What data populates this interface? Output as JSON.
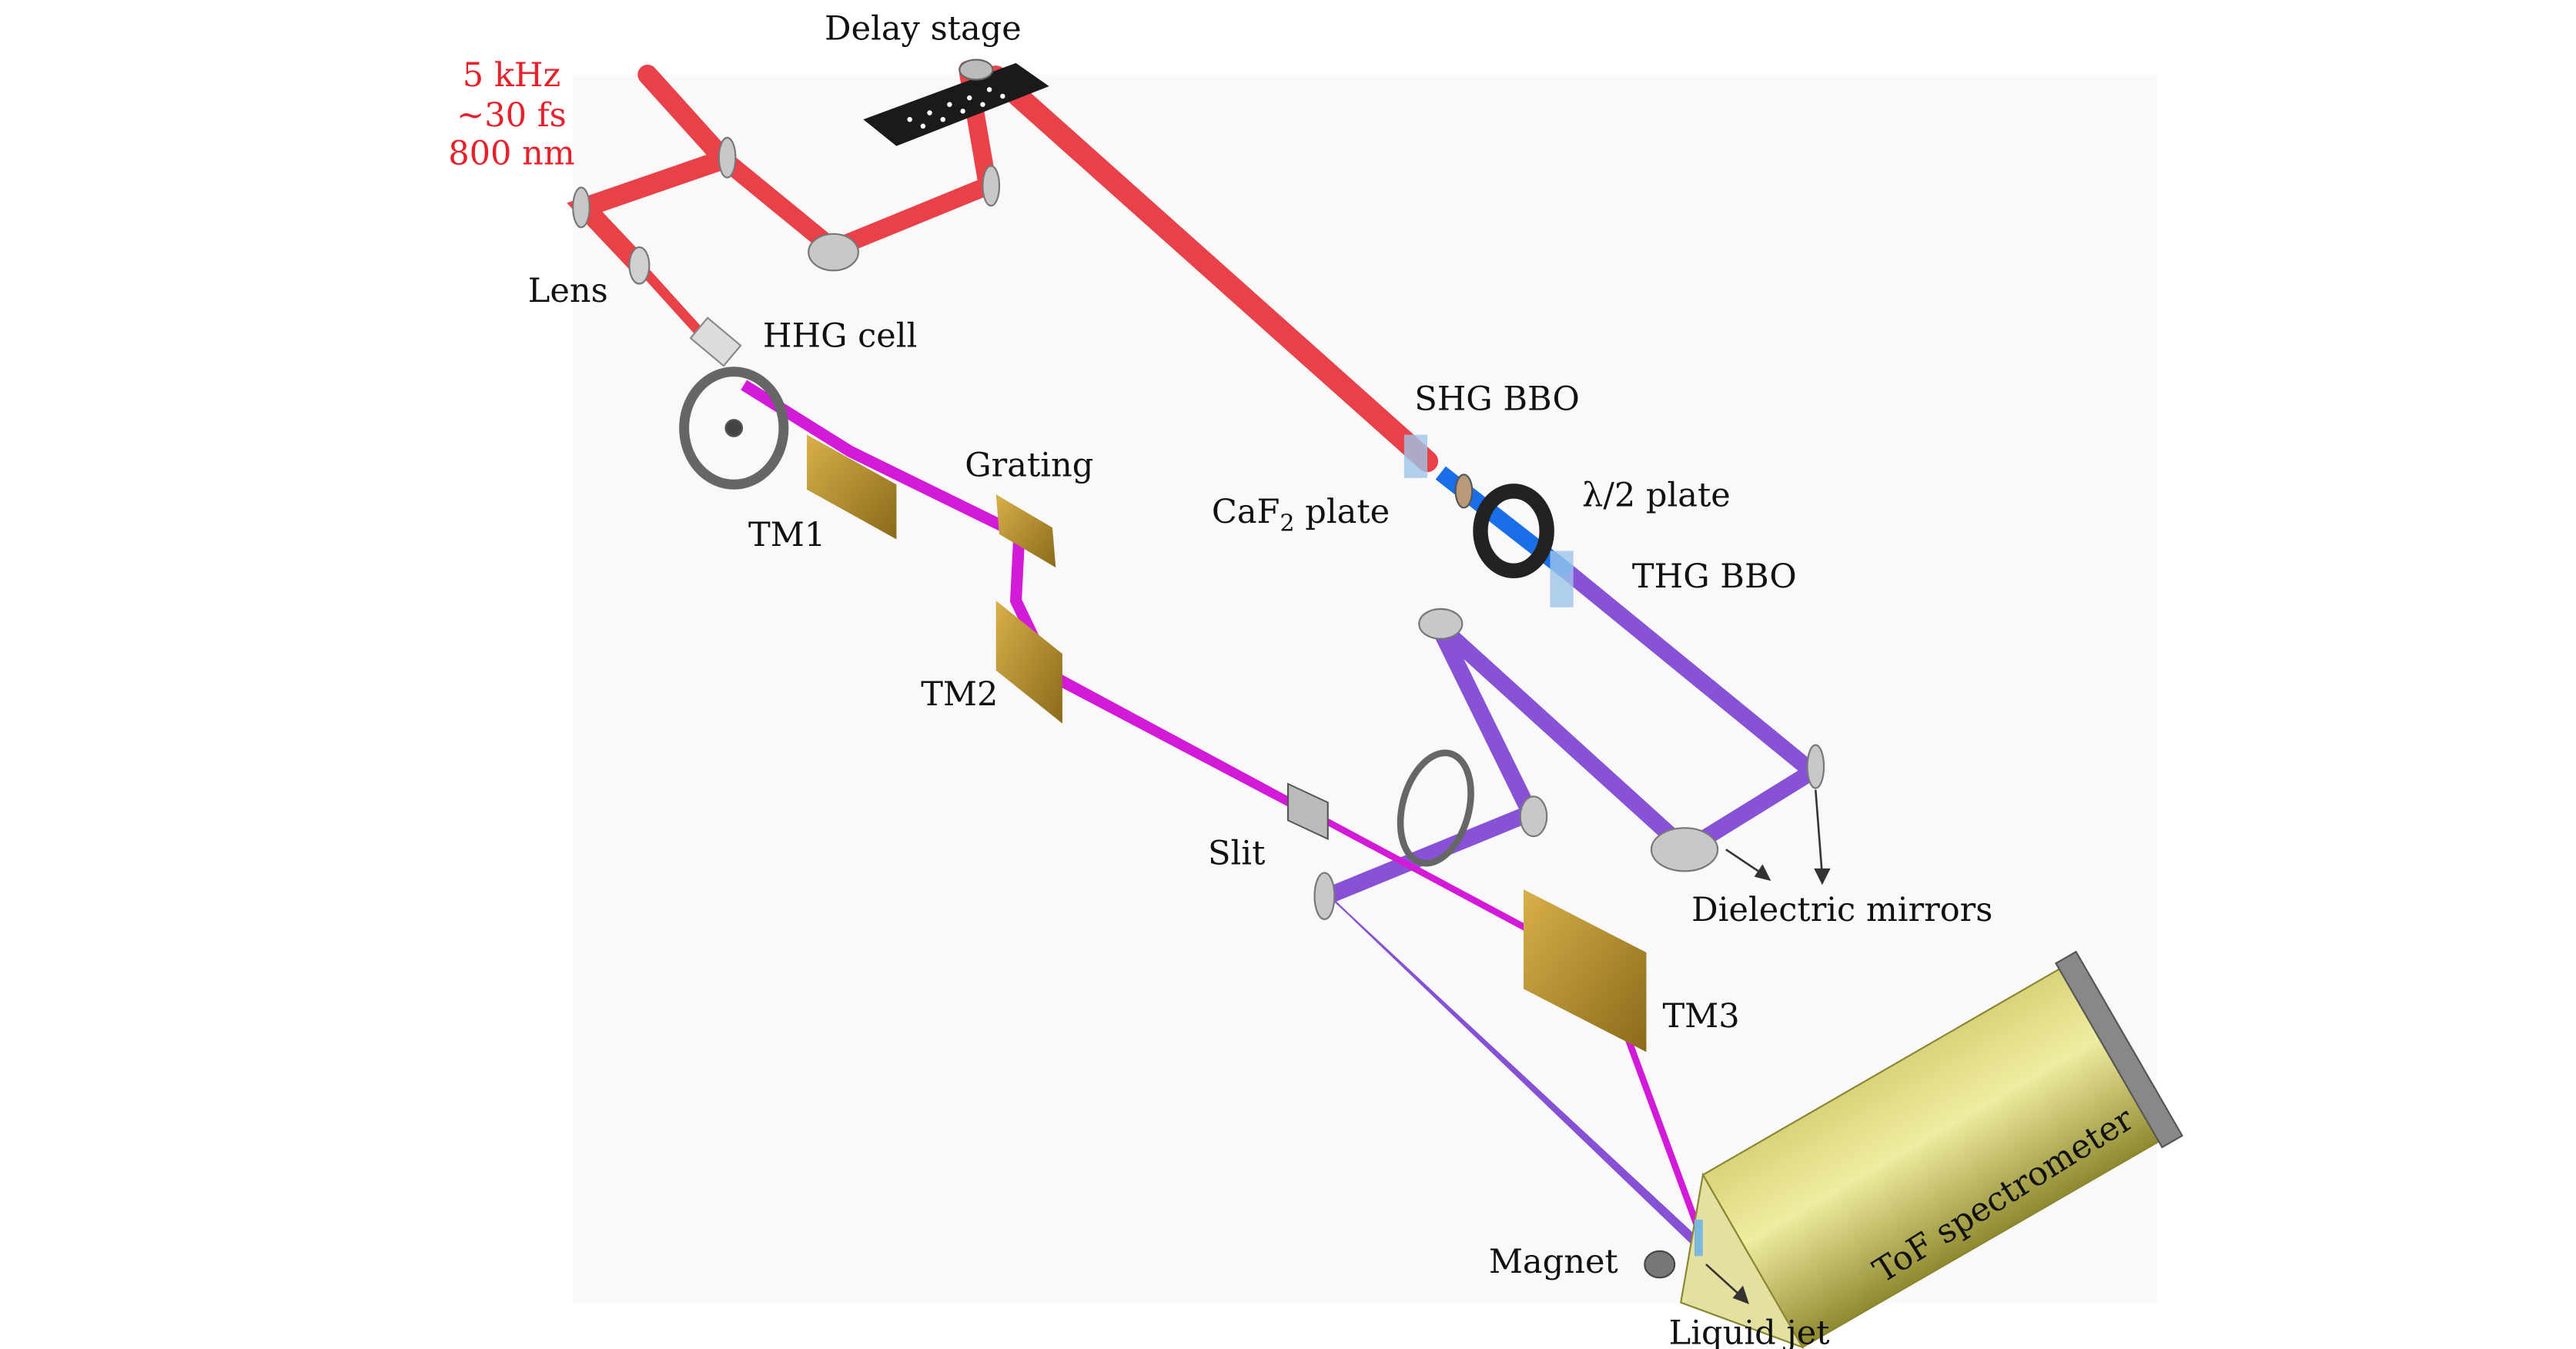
{
  "laser": {
    "rep_rate": "5 kHz",
    "pulse": "~30 fs",
    "wavelength": "800 nm"
  },
  "labels": {
    "delay_stage": "Delay stage",
    "lens": "Lens",
    "hhg_cell": "HHG cell",
    "shg_bbo": "SHG BBO",
    "grating": "Grating",
    "caf2_plate": "CaF",
    "caf2_sub": "2",
    "caf2_suffix": " plate",
    "half_wave_plate": "λ/2 plate",
    "tm1": "TM1",
    "thg_bbo": "THG BBO",
    "tm2": "TM2",
    "slit": "Slit",
    "dielectric_mirrors": "Dielectric mirrors",
    "tm3": "TM3",
    "tof": "ToF spectrometer",
    "magnet": "Magnet",
    "liquid_jet": "Liquid jet"
  },
  "colors": {
    "ir": "#e8202a",
    "xuv": "#d21ad8",
    "uv": "#7a3fd0",
    "blue": "#1a6ee8",
    "gold": "#b8962e"
  }
}
